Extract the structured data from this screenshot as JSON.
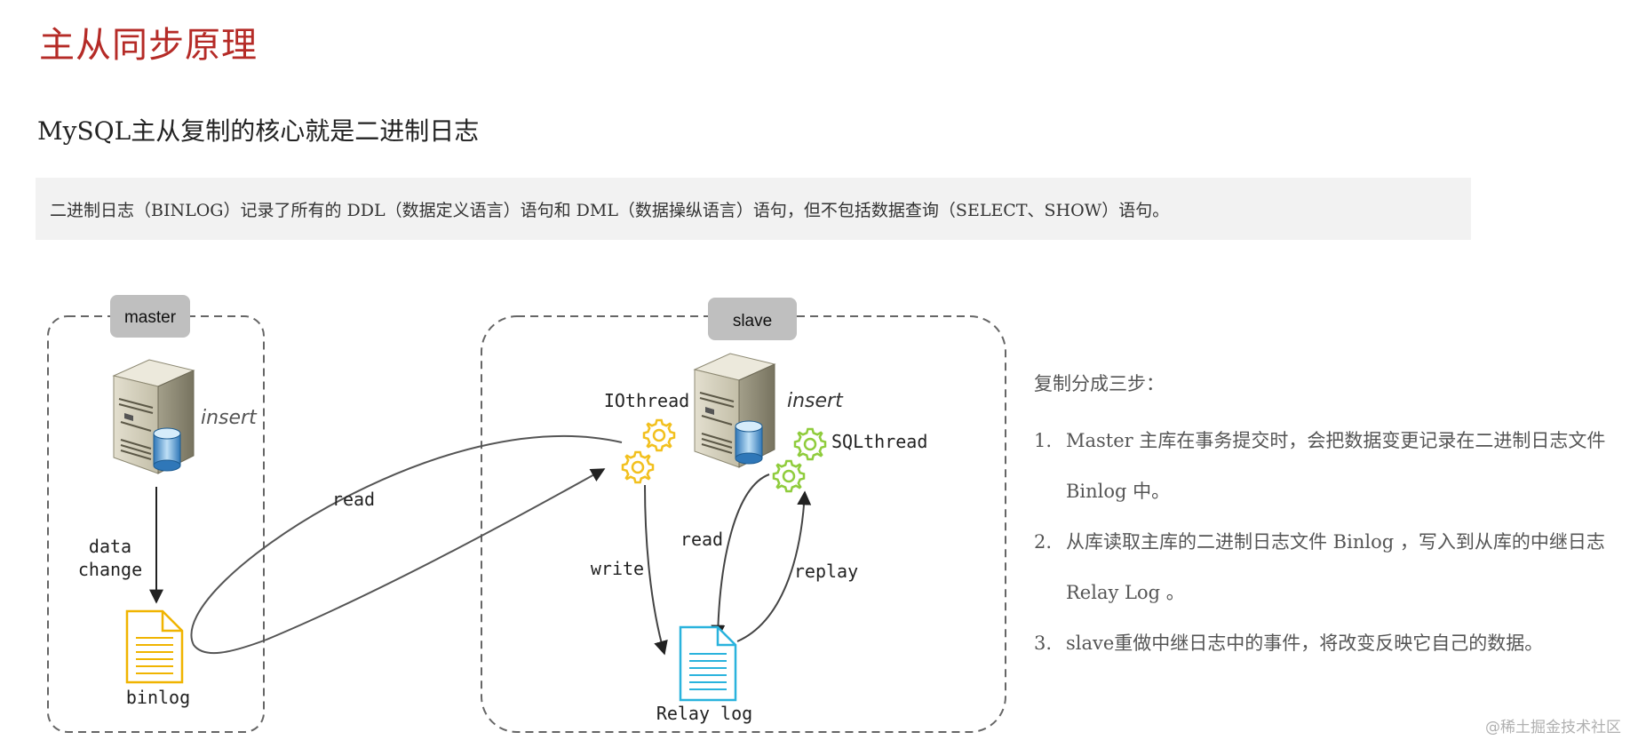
{
  "title": "主从同步原理",
  "subtitle": "MySQL主从复制的核心就是二进制日志",
  "note": "二进制日志（BINLOG）记录了所有的 DDL（数据定义语言）语句和 DML（数据操纵语言）语句，但不包括数据查询（SELECT、SHOW）语句。",
  "diagram": {
    "master_label": "master",
    "slave_label": "slave",
    "master_insert": "insert",
    "slave_insert": "insert",
    "data_change_line1": "data",
    "data_change_line2": "change",
    "binlog": "binlog",
    "read_binlog": "read",
    "iothread": "IOthread",
    "sqlthread": "SQLthread",
    "write": "write",
    "read_relay": "read",
    "replay": "replay",
    "relay_log": "Relay log"
  },
  "steps": {
    "title": "复制分成三步：",
    "items": [
      {
        "num": "1.",
        "text": "Master 主库在事务提交时，会把数据变更记录在二进制日志文件 Binlog 中。"
      },
      {
        "num": "2.",
        "text": "从库读取主库的二进制日志文件 Binlog ，写入到从库的中继日志 Relay Log 。"
      },
      {
        "num": "3.",
        "text": "slave重做中继日志中的事件，将改变反映它自己的数据。"
      }
    ]
  },
  "watermark": "@稀土掘金技术社区",
  "colors": {
    "title": "#b52b27",
    "binlog_doc": "#f0b400",
    "relay_doc": "#2ab3dd",
    "io_gear": "#f2c01e",
    "sql_gear": "#8fcc3c",
    "label_box": "#bfbfbf"
  }
}
